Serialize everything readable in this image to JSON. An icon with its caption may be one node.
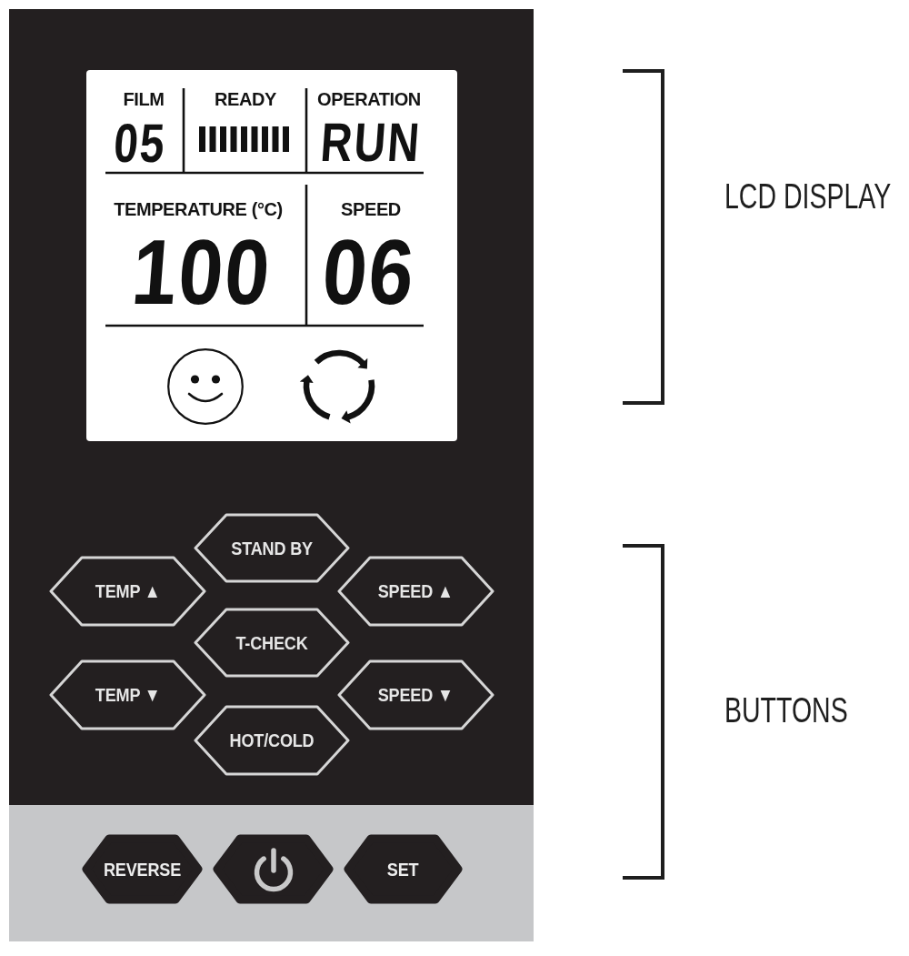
{
  "diagram": {
    "nodes": [
      {
        "text": [],
        "shape": "box"
      },
      {
        "text": [],
        "shape": "box",
        "in": 0
      },
      {
        "text": [
          "STAND BY"
        ],
        "in": 0
      },
      {
        "text": [
          "TEMP ▲"
        ],
        "in": 0
      },
      {
        "text": [
          "SPEED ▲"
        ],
        "in": 0
      },
      {
        "text": [
          "T-CHECK"
        ],
        "in": 0
      },
      {
        "text": [
          "TEMP ▼"
        ],
        "in": 0
      },
      {
        "text": [
          "SPEED ▼"
        ],
        "in": 0
      },
      {
        "text": [
          "HOT/COLD"
        ],
        "in": 0
      },
      {
        "text": [],
        "shape": "box"
      },
      {
        "text": [
          "REVERSE"
        ],
        "in": 9
      },
      {
        "text": [],
        "shape": "hexagon",
        "in": 9
      },
      {
        "text": [
          "SET"
        ],
        "in": 9
      }
    ],
    "labels": [
      "FILM",
      "READY",
      "OPERATION",
      "05",
      "RUN",
      "TEMPERATURE (°C)",
      "SPEED",
      "100",
      "06",
      "LCD DISPLAY",
      "BUTTONS"
    ]
  }
}
